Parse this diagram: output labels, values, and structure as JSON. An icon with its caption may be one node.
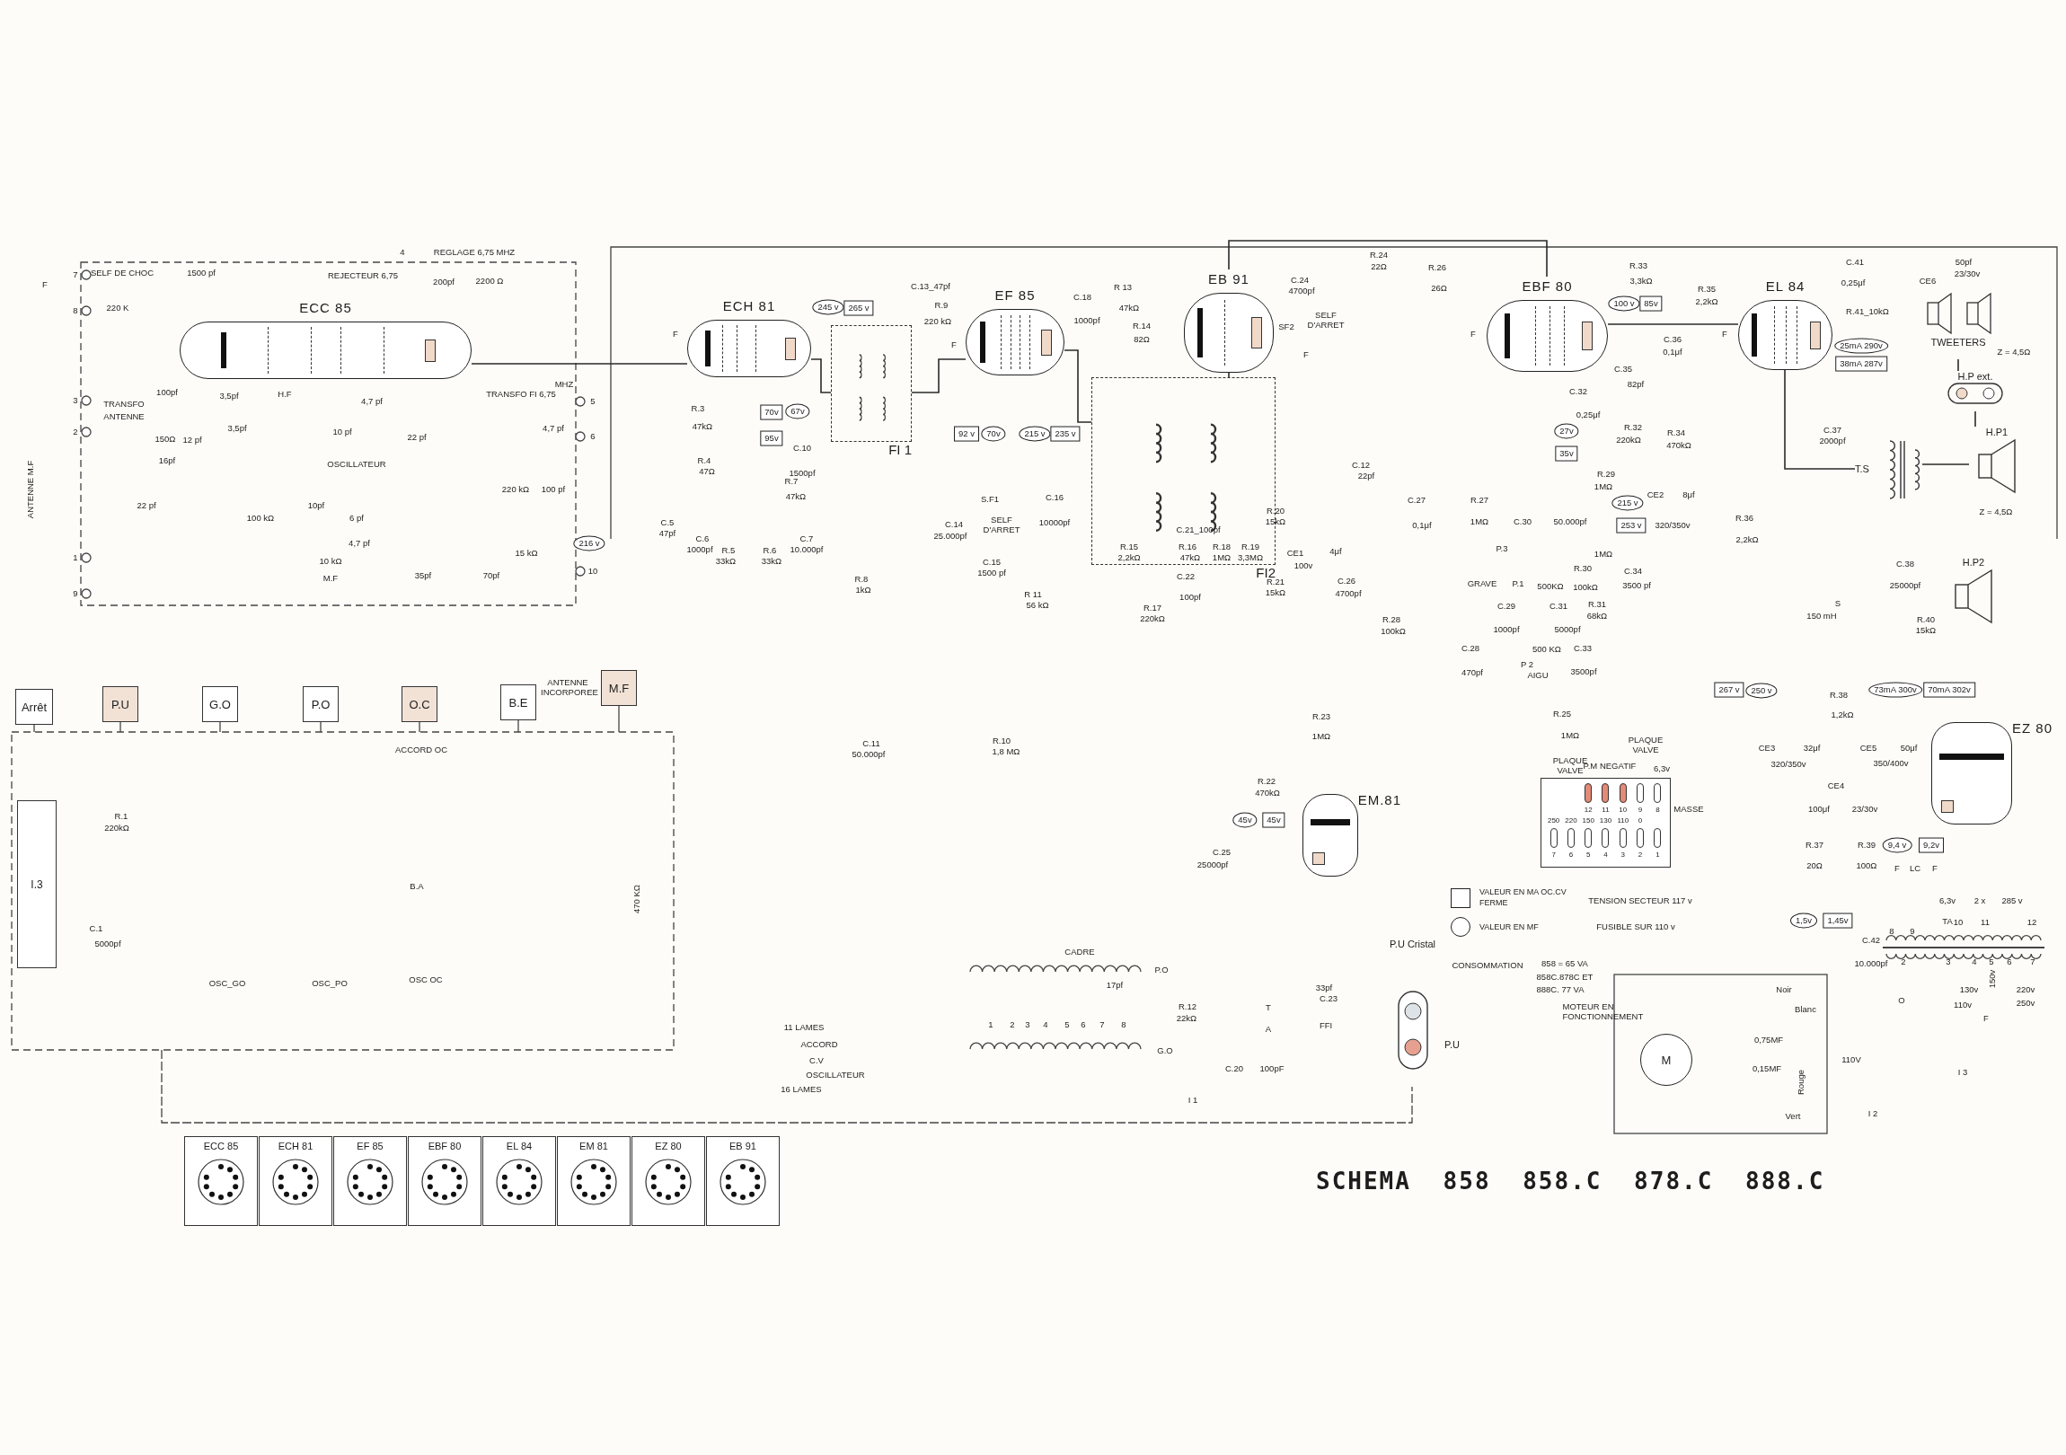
{
  "diagram": {
    "title": "SCHEMA 858 858.C 878.C 888.C",
    "nodes": [
      {
        "text": [
          "ECC 85"
        ]
      },
      {
        "text": [
          "ECH 81"
        ]
      },
      {
        "text": [
          "FI 1"
        ]
      },
      {
        "text": [
          "EF 85"
        ]
      },
      {
        "text": [
          "FI2"
        ]
      },
      {
        "text": [
          "EB 91"
        ]
      },
      {
        "text": [
          "EBF 80"
        ]
      },
      {
        "text": [
          "EL 84"
        ]
      },
      {
        "text": [
          "EZ 80"
        ]
      },
      {
        "text": [
          "EM.81"
        ]
      },
      {
        "text": [
          "Arrêt"
        ]
      },
      {
        "text": [
          "P.U"
        ]
      },
      {
        "text": [
          "G.O"
        ]
      },
      {
        "text": [
          "P.O"
        ]
      },
      {
        "text": [
          "O.C"
        ]
      },
      {
        "text": [
          "B.E"
        ]
      },
      {
        "text": [
          "M.F"
        ]
      },
      {
        "text": [
          "I.3"
        ]
      },
      {
        "text": [
          "TWEETERS"
        ],
        "beside": [
          "Z = 4,5Ω"
        ]
      },
      {
        "text": [
          "H.P ext."
        ]
      },
      {
        "text": [
          "H.P1"
        ],
        "beside": [
          "Z = 4,5Ω"
        ]
      },
      {
        "text": [
          "H.P2"
        ]
      },
      {
        "text": [
          "T.S"
        ]
      },
      {
        "text": [
          "12",
          "11",
          "10",
          "9",
          "8",
          "250",
          "220",
          "150",
          "130",
          "110",
          "0",
          "7",
          "6",
          "5",
          "4",
          "3",
          "2",
          "1"
        ]
      },
      {
        "text": [
          "M"
        ]
      },
      {
        "text": [
          "P.U Cristal",
          "P.U"
        ]
      },
      {
        "text": [
          "ECC 85"
        ]
      },
      {
        "text": [
          "ECH 81"
        ]
      },
      {
        "text": [
          "EF 85"
        ]
      },
      {
        "text": [
          "EBF 80"
        ]
      },
      {
        "text": [
          "EL 84"
        ]
      },
      {
        "text": [
          "EM 81"
        ]
      },
      {
        "text": [
          "EZ 80"
        ]
      },
      {
        "text": [
          "EB 91"
        ]
      }
    ],
    "edges": [
      {
        "from": 0,
        "to": 1,
        "arrow": "none"
      },
      {
        "from": 1,
        "to": 2,
        "arrow": "none"
      },
      {
        "from": 2,
        "to": 3,
        "arrow": "none"
      },
      {
        "from": 3,
        "to": 4,
        "arrow": "none"
      },
      {
        "from": 4,
        "to": 5,
        "arrow": "none"
      },
      {
        "from": 5,
        "to": 6,
        "arrow": "none"
      },
      {
        "from": 6,
        "to": 7,
        "arrow": "none"
      },
      {
        "from": 7,
        "to": 22,
        "arrow": "none"
      },
      {
        "from": 22,
        "to": 20,
        "arrow": "none"
      },
      {
        "from": 20,
        "to": 19,
        "arrow": "none"
      },
      {
        "from": 19,
        "to": 18,
        "arrow": "none"
      }
    ],
    "labels": [
      "4",
      "REGLAGE 6,75 MHZ",
      "F",
      "7",
      "SELF DE CHOC",
      "1500 pf",
      "REJECTEUR 6,75",
      "200pf",
      "2200 Ω",
      "8",
      "220 K",
      "100pf",
      "3",
      "TRANSFO",
      "ANTENNE",
      "2",
      "3,5pf",
      "H.F",
      "4,7 pf",
      "TRANSFO FI 6,75",
      "MHZ",
      "5",
      "6",
      "3,5pf",
      "150Ω",
      "12 pf",
      "16pf",
      "10 pf",
      "22 pf",
      "4,7 pf",
      "OSCILLATEUR",
      "220 kΩ",
      "100 pf",
      "22 pf",
      "10pf",
      "100 kΩ",
      "6 pf",
      "4,7 pf",
      "216 v",
      "1",
      "15 kΩ",
      "10 kΩ",
      "10",
      "M.F",
      "35pf",
      "70pf",
      "9",
      "ANTENNE M.F",
      "F",
      "245 v",
      "265 v",
      "C.13_47pf",
      "R.9",
      "220 kΩ",
      "C.18",
      "1000pf",
      "R 13",
      "47kΩ",
      "C.24",
      "4700pf",
      "R.14",
      "SF2",
      "82Ω",
      "F",
      "R.3",
      "47kΩ",
      "70v",
      "67v",
      "95v",
      "C.10",
      "1500pf",
      "92 v",
      "70v",
      "215 v",
      "235 v",
      "R.4",
      "47Ω",
      "R.7",
      "47kΩ",
      "S.F1",
      "SELF D'ARRET",
      "C.16",
      "10000pf",
      "C.5",
      "47pf",
      "C.14",
      "25.000pf",
      "C.21_100pf",
      "C.6",
      "1000pf",
      "C.7",
      "10.000pf",
      "R.5",
      "33kΩ",
      "R.6",
      "33kΩ",
      "R.15",
      "2,2kΩ",
      "R.16",
      "47kΩ",
      "R.18",
      "1MΩ",
      "R.19",
      "3,3MΩ",
      "R.20",
      "15kΩ",
      "C.15",
      "1500 pf",
      "R.21",
      "15kΩ",
      "C.22",
      "100pf",
      "R.8",
      "1kΩ",
      "R 11",
      "56 kΩ",
      "R.17",
      "220kΩ",
      "R.24",
      "22Ω",
      "R.26",
      "26Ω",
      "R.33",
      "3,3kΩ",
      "C.41",
      "0,25μf",
      "R.41_10kΩ",
      "CE6",
      "50pf",
      "23/30v",
      "SELF D'ARRET",
      "F",
      "R.35",
      "2,2kΩ",
      "F",
      "100 v",
      "85v",
      "C.36",
      "0,1μf",
      "F",
      "25mA 290v",
      "38mA 287v",
      "C.35",
      "82pf",
      "C.32",
      "0,25μf",
      "27v",
      "35v",
      "R.32",
      "220kΩ",
      "R.34",
      "470kΩ",
      "C.37",
      "2000pf",
      "C.12",
      "22pf",
      "R.29",
      "1MΩ",
      "CE2",
      "8μf",
      "215 v",
      "253 v",
      "320/350v",
      "C.27",
      "0,1μf",
      "R.27",
      "1MΩ",
      "C.30",
      "50.000pf",
      "R.36",
      "2,2kΩ",
      "CE1",
      "4μf",
      "100v",
      "P.3",
      "1MΩ",
      "R.30",
      "100kΩ",
      "C.34",
      "3500 pf",
      "GRAVE",
      "P.1",
      "500KΩ",
      "R.31",
      "68kΩ",
      "C.29",
      "1000pf",
      "C.31",
      "5000pf",
      "C.26",
      "4700pf",
      "C.38",
      "25000pf",
      "S",
      "150 mH",
      "R.40",
      "15kΩ",
      "R.28",
      "100kΩ",
      "C.28",
      "470pf",
      "500 KΩ",
      "P 2",
      "AIGU",
      "C.33",
      "3500pf",
      "267 v",
      "250 v",
      "R.38",
      "1,2kΩ",
      "73mA 300v",
      "70mA 302v",
      "R.25",
      "1MΩ",
      "CE3",
      "32μf",
      "320/350v",
      "CE5",
      "50μf",
      "350/400v",
      "CE4",
      "100μf",
      "23/30v",
      "PLAQUE VALVE",
      "P.M NEGATIF",
      "PLAQUE VALVE",
      "6,3v",
      "MASSE",
      "R.37",
      "20Ω",
      "R.39",
      "100Ω",
      "9,4 v",
      "9,2v",
      "F",
      "LC",
      "F",
      "6,3v",
      "TA",
      "2 x",
      "285 v",
      "1,5v",
      "1,45v",
      "TENSION SECTEUR 117 v",
      "FUSIBLE SUR 110 v",
      "C.42",
      "10.000pf",
      "8",
      "9",
      "10",
      "11",
      "12",
      "2",
      "3",
      "4",
      "5",
      "6",
      "7",
      "130v",
      "150v",
      "220v",
      "110v",
      "250v",
      "F",
      "O",
      "CONSOMMATION",
      "858 = 65 VA",
      "858C.878C ET",
      "888C. 77 VA",
      "MOTEUR EN FONCTIONNEMENT",
      "Noir",
      "Blanc",
      "0,75MF",
      "0,15MF",
      "110V",
      "Rouge",
      "Vert",
      "I 3",
      "I 2",
      "ANTENNE INCORPOREE",
      "ACCORD OC",
      "R.1",
      "220kΩ",
      "B.A",
      "470 KΩ",
      "C.1",
      "5000pf",
      "OSC_GO",
      "OSC_PO",
      "OSC OC",
      "C.11",
      "50.000pf",
      "R.10",
      "1,8 MΩ",
      "R.23",
      "1MΩ",
      "R.22",
      "470kΩ",
      "45v",
      "45v",
      "C.25",
      "25000pf",
      "CADRE",
      "P.O",
      "17pf",
      "11 LAMES",
      "1",
      "2",
      "3",
      "4",
      "5",
      "6",
      "7",
      "8",
      "R.12",
      "22kΩ",
      "T",
      "A",
      "33pf",
      "C.23",
      "FFI",
      "ACCORD",
      "C.V",
      "OSCILLATEUR",
      "16 LAMES",
      "G.O",
      "C.20",
      "100pF",
      "I 1"
    ],
    "legend": [
      {
        "text": "VALEUR EN MA OC.CV FERME"
      },
      {
        "text": "VALEUR EN MF"
      }
    ]
  }
}
